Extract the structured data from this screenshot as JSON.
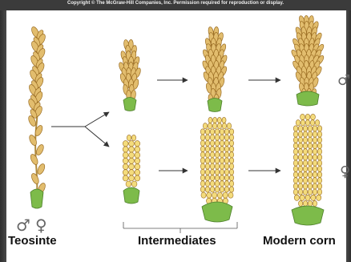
{
  "copyright": "Copyright © The McGraw-Hill Companies, Inc. Permission required for reproduction or display.",
  "labels": {
    "teosinte": "Teosinte",
    "intermediates": "Intermediates",
    "modern": "Modern corn"
  },
  "symbols": {
    "male": "♂",
    "female": "♀"
  },
  "colors": {
    "kernel_tan": "#e2bd6e",
    "kernel_outline": "#9a6c22",
    "husk_green": "#7dbb4a",
    "kernel_yellow": "#f4dc7c",
    "arrow": "#333333"
  }
}
